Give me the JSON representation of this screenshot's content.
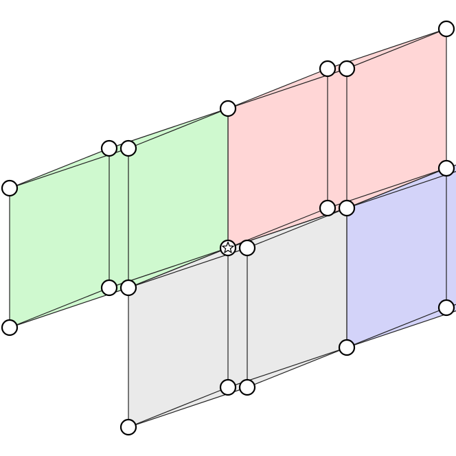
{
  "diagram": {
    "kind": "cubic honeycomb vertex arrangement",
    "cubes": [
      {
        "id": "gray",
        "color": "#b4b4b4",
        "placement": "left-front"
      },
      {
        "id": "blue",
        "color": "#7070f0",
        "placement": "right-front"
      },
      {
        "id": "red",
        "color": "#ff7a7a",
        "placement": "top"
      },
      {
        "id": "green",
        "color": "#66f066",
        "placement": "center-front"
      }
    ],
    "center_vertex": {
      "icon": "star-in-circle-icon"
    },
    "vertex_style": {
      "fill": "#ffffff",
      "stroke": "#000000"
    }
  }
}
